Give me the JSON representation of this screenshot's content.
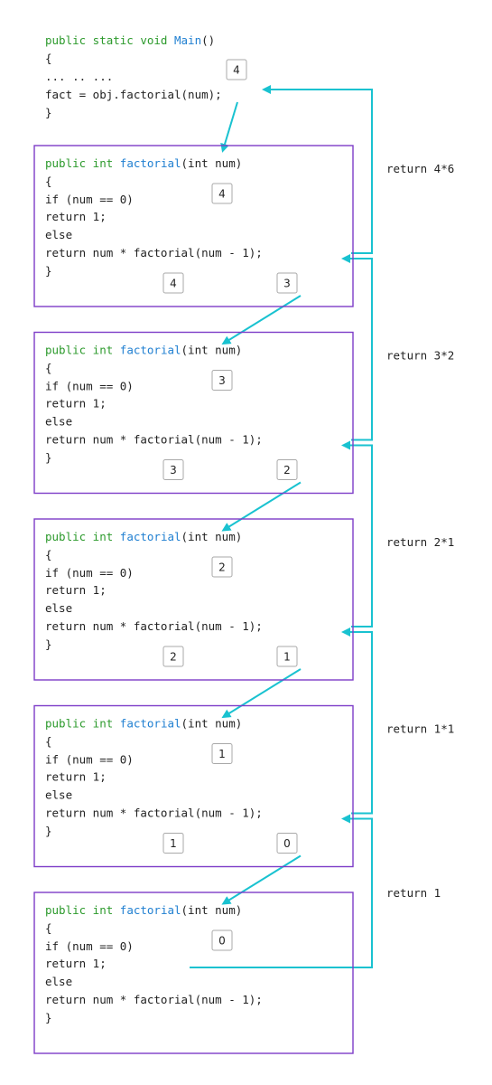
{
  "main": {
    "lines": [
      {
        "parts": [
          {
            "t": "public static void ",
            "c": "kw"
          },
          {
            "t": "Main",
            "c": "fn"
          },
          {
            "t": "()",
            "c": ""
          }
        ]
      },
      {
        "parts": [
          {
            "t": "{",
            "c": ""
          }
        ]
      },
      {
        "parts": [
          {
            "t": "    ... .. ...",
            "c": ""
          }
        ]
      },
      {
        "parts": [
          {
            "t": "    fact = obj.factorial(num);",
            "c": ""
          }
        ]
      },
      {
        "parts": [
          {
            "t": "}",
            "c": ""
          }
        ]
      }
    ],
    "badge": "4"
  },
  "frames": [
    {
      "arg": "4",
      "left": "4",
      "right": "3"
    },
    {
      "arg": "3",
      "left": "3",
      "right": "2"
    },
    {
      "arg": "2",
      "left": "2",
      "right": "1"
    },
    {
      "arg": "1",
      "left": "1",
      "right": "0"
    },
    {
      "arg": "0",
      "left": "",
      "right": ""
    }
  ],
  "frame_lines": [
    {
      "parts": [
        {
          "t": "public int ",
          "c": "kw"
        },
        {
          "t": "factorial",
          "c": "fn"
        },
        {
          "t": "(int num)",
          "c": ""
        }
      ]
    },
    {
      "parts": [
        {
          "t": "{",
          "c": ""
        }
      ]
    },
    {
      "parts": [
        {
          "t": "    if (num == 0)",
          "c": ""
        }
      ]
    },
    {
      "parts": [
        {
          "t": "         return 1;",
          "c": ""
        }
      ]
    },
    {
      "parts": [
        {
          "t": "    else",
          "c": ""
        }
      ]
    },
    {
      "parts": [
        {
          "t": "         return num * factorial(num - 1);",
          "c": ""
        }
      ]
    },
    {
      "parts": [
        {
          "t": "}",
          "c": ""
        }
      ]
    }
  ],
  "returns": [
    "return 4*6",
    "return 3*2",
    "return 2*1",
    "return 1*1",
    "return 1"
  ],
  "colors": {
    "keyword": "#2c9a2c",
    "function": "#1f7fd1",
    "frame": "#7d3cc8",
    "arrow": "#19c2d0"
  }
}
